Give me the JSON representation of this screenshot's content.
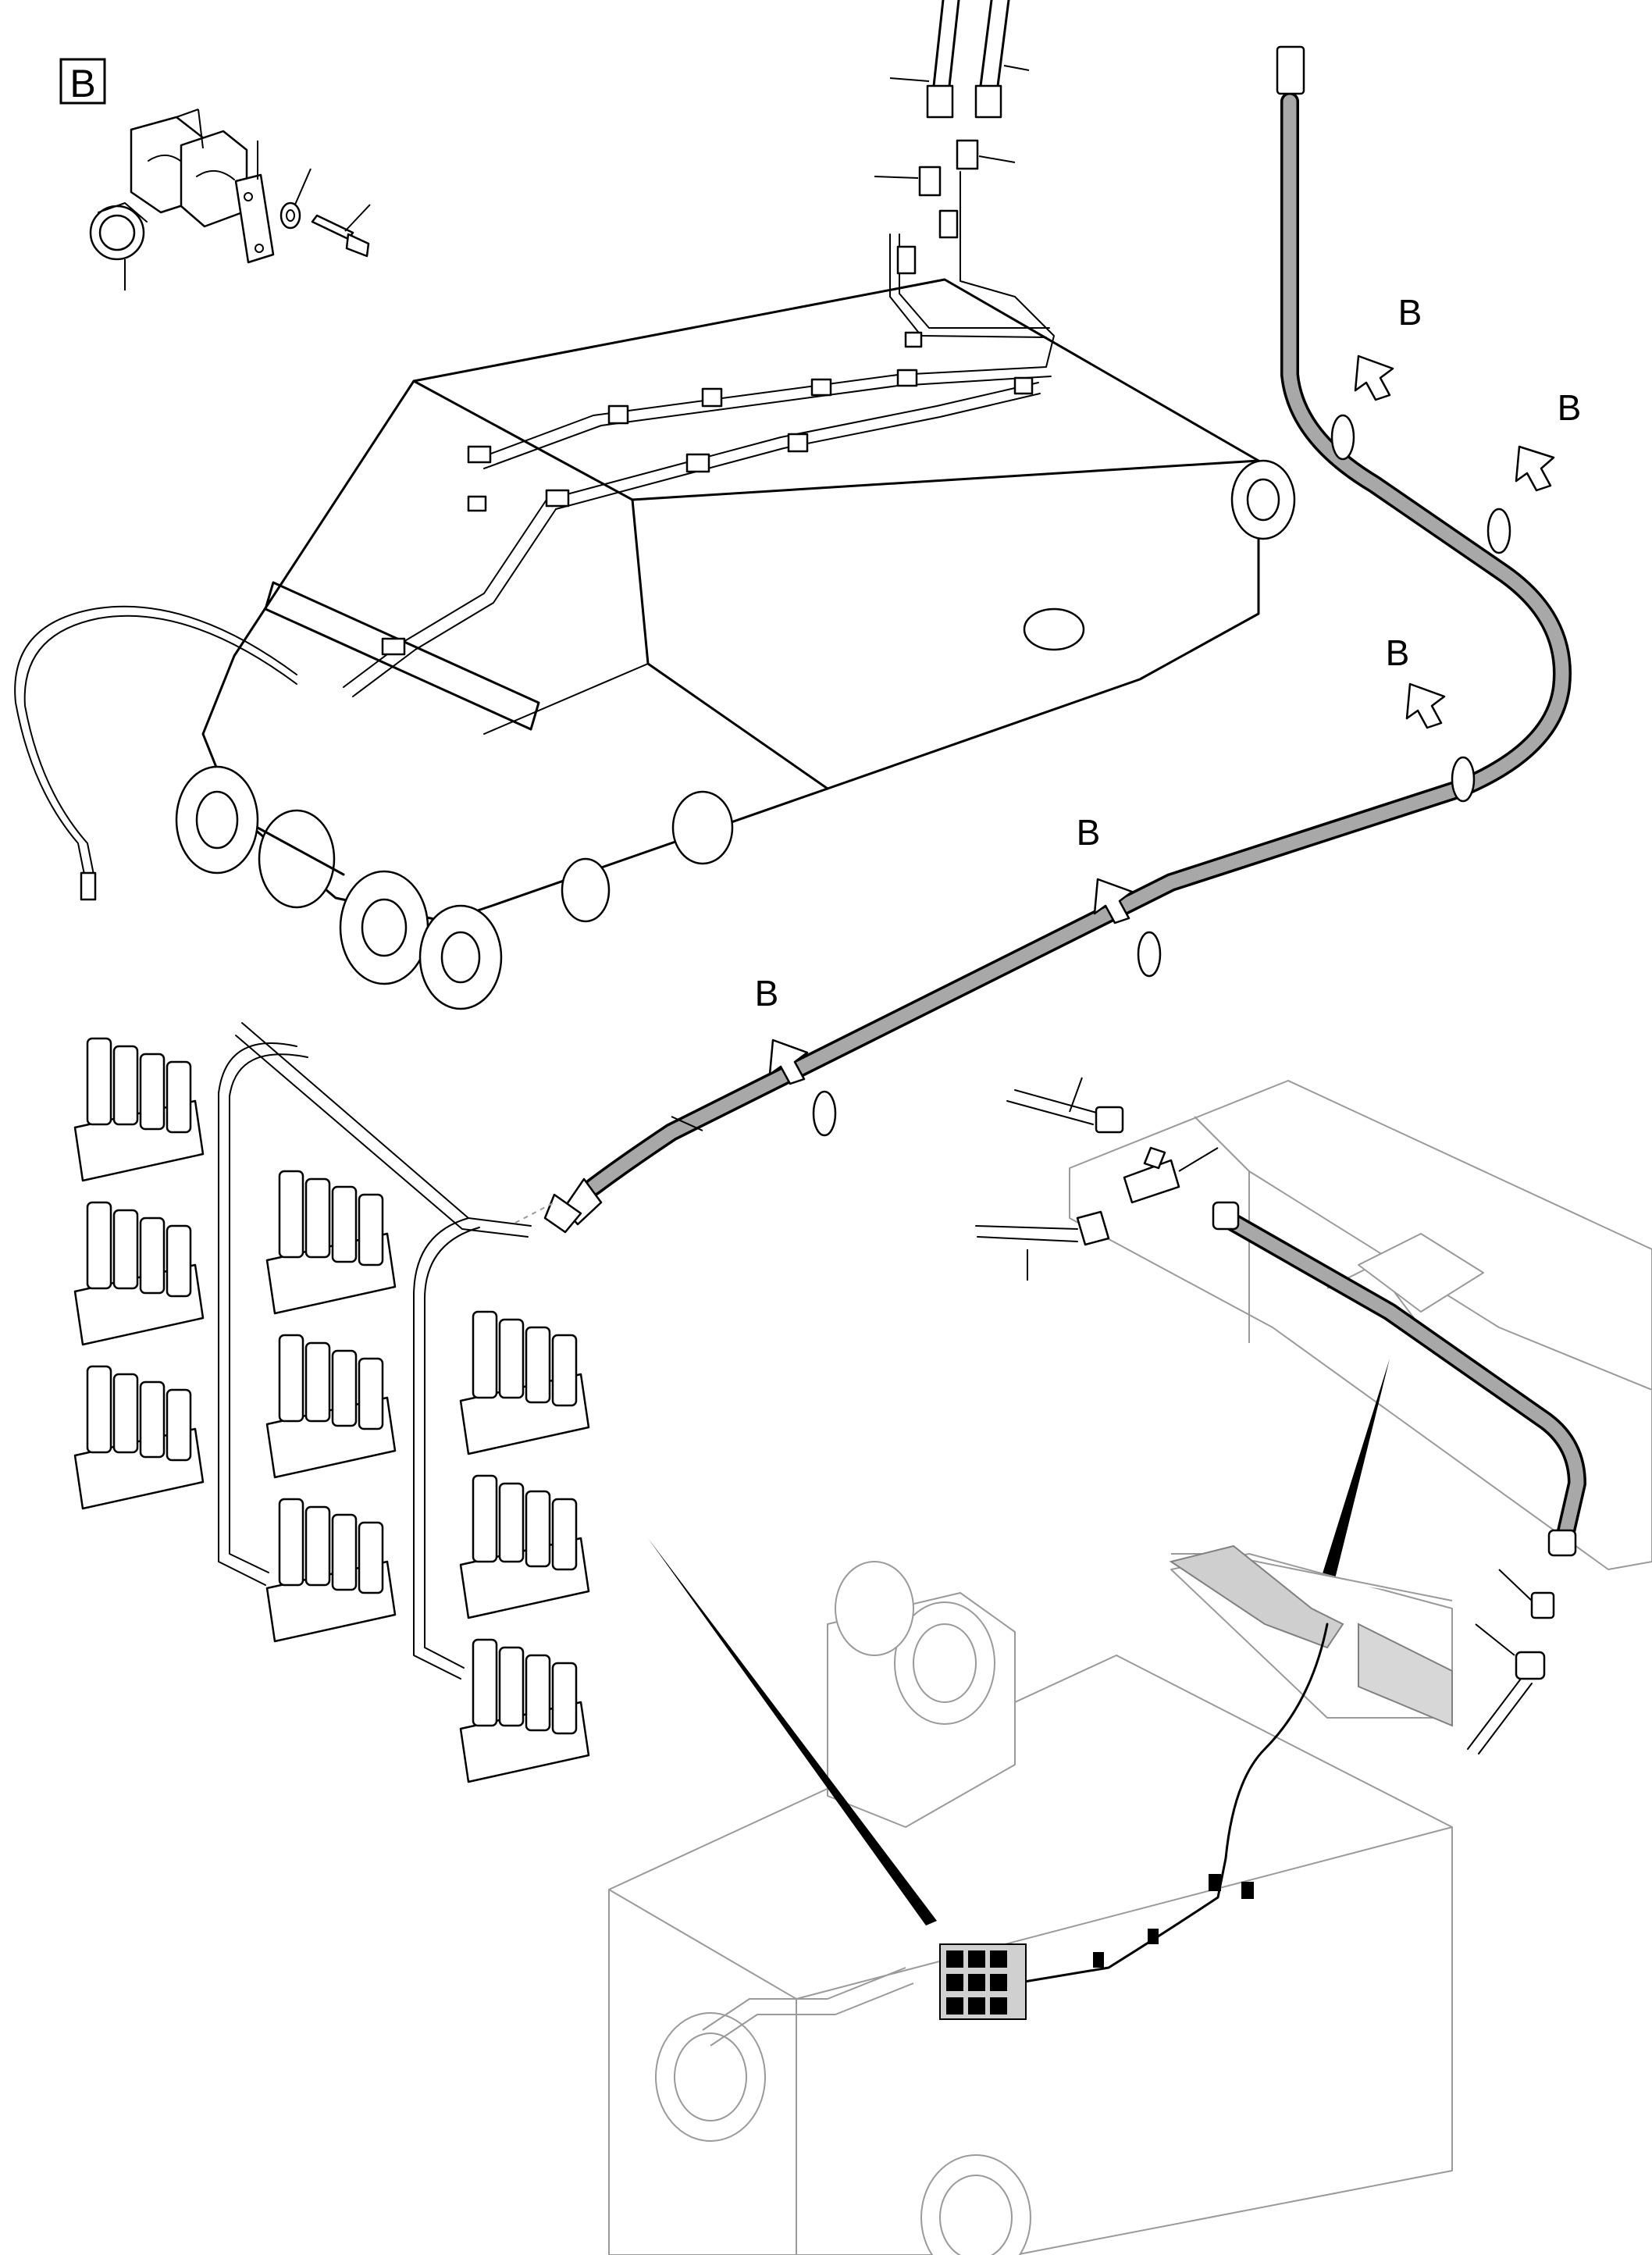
{
  "detail_view": {
    "label": "B"
  },
  "callouts": [
    {
      "label": "B"
    },
    {
      "label": "B"
    },
    {
      "label": "B"
    },
    {
      "label": "B"
    },
    {
      "label": "B"
    }
  ]
}
